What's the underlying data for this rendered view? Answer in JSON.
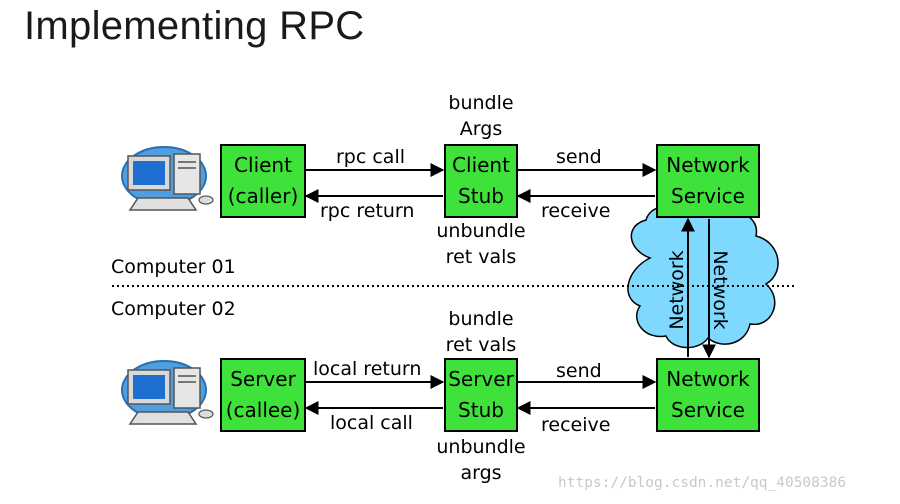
{
  "title": "Implementing RPC",
  "computers": {
    "top": "Computer 01",
    "bottom": "Computer 02"
  },
  "client": {
    "line1": "Client",
    "line2": "(caller)"
  },
  "client_stub": {
    "line1": "Client",
    "line2": "Stub"
  },
  "server": {
    "line1": "Server",
    "line2": "(callee)"
  },
  "server_stub": {
    "line1": "Server",
    "line2": "Stub"
  },
  "network_service_top": {
    "line1": "Network",
    "line2": "Service"
  },
  "network_service_bottom": {
    "line1": "Network",
    "line2": "Service"
  },
  "labels": {
    "bundle_args": {
      "line1": "bundle",
      "line2": "Args"
    },
    "unbundle_ret_vals": {
      "line1": "unbundle",
      "line2": "ret vals"
    },
    "bundle_ret_vals": {
      "line1": "bundle",
      "line2": "ret vals"
    },
    "unbundle_args": {
      "line1": "unbundle",
      "line2": "args"
    },
    "rpc_call": "rpc call",
    "rpc_return": "rpc return",
    "send_top": "send",
    "receive_top": "receive",
    "local_return": "local return",
    "local_call": "local call",
    "send_bottom": "send",
    "receive_bottom": "receive"
  },
  "network_cloud": {
    "left": "Network",
    "right": "Network"
  },
  "watermark": "https://blog.csdn.net/qq_40508386",
  "colors": {
    "box": "#3ee23a",
    "cloud": "#7fd9ff",
    "monitor": "#3f8fd6"
  }
}
